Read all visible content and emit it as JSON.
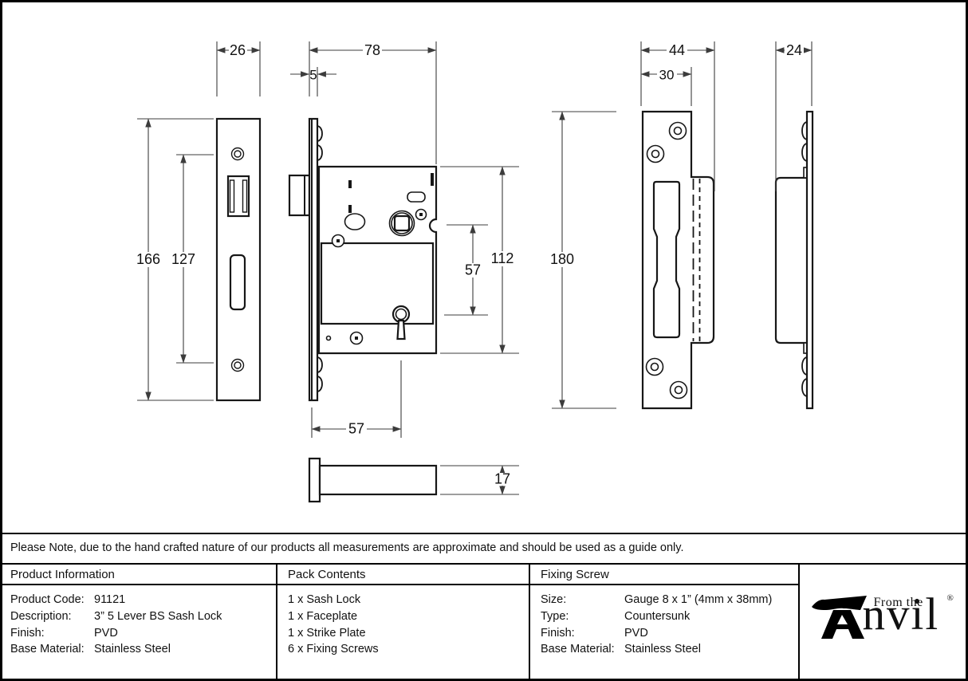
{
  "drawing": {
    "dims": {
      "faceplate_width": "26",
      "body_width": "78",
      "faceplate_thickness": "5",
      "faceplate_height": "166",
      "screw_spacing": "127",
      "body_height": "112",
      "spindle_to_keyhole": "57",
      "backset": "57",
      "case_thickness": "17",
      "strike_overall_width": "44",
      "strike_plate_width": "30",
      "strike_height": "180",
      "strike_depth": "24"
    }
  },
  "note": "Please Note, due to the hand crafted nature of our products all measurements are approximate and should be used as a guide only.",
  "table": {
    "product_information": {
      "header": "Product Information",
      "rows": [
        {
          "label": "Product Code:",
          "value": "91121"
        },
        {
          "label": "Description:",
          "value": "3” 5 Lever BS Sash Lock"
        },
        {
          "label": "Finish:",
          "value": "PVD"
        },
        {
          "label": "Base Material:",
          "value": "Stainless Steel"
        }
      ]
    },
    "pack_contents": {
      "header": "Pack Contents",
      "items": [
        "1 x Sash Lock",
        "1 x Faceplate",
        "1 x Strike Plate",
        "6 x Fixing Screws"
      ]
    },
    "fixing_screw": {
      "header": "Fixing Screw",
      "rows": [
        {
          "label": "Size:",
          "value": "Gauge 8 x 1” (4mm x 38mm)"
        },
        {
          "label": "Type:",
          "value": "Countersunk"
        },
        {
          "label": "Finish:",
          "value": "PVD"
        },
        {
          "label": "Base Material:",
          "value": "Stainless Steel"
        }
      ]
    }
  },
  "logo": {
    "prefix": "From the",
    "name_rest": "nvil",
    "registered": "®"
  }
}
